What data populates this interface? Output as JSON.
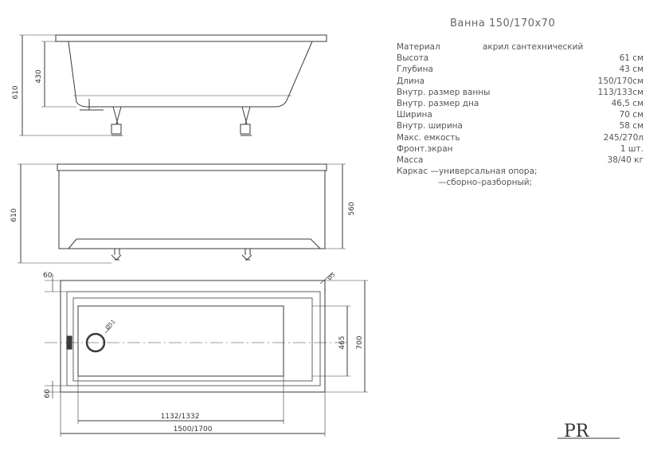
{
  "title": "Ванна   150/170х70",
  "specs": [
    {
      "label": "Материал",
      "value": "акрил сантехнический",
      "align": "mid"
    },
    {
      "label": "Высота",
      "value": "61  см"
    },
    {
      "label": "Глубина",
      "value": "43  см"
    },
    {
      "label": "Длина",
      "value": "150/170см"
    },
    {
      "label": "Внутр. размер ванны",
      "value": "113/133см"
    },
    {
      "label": "Внутр. размер дна",
      "value": "46,5 см"
    },
    {
      "label": "Ширина",
      "value": "70  см"
    },
    {
      "label": "Внутр. ширина",
      "value": "58  см"
    },
    {
      "label": "Макс. емкость",
      "value": "245/270л"
    },
    {
      "label": "Фронт.экран",
      "value": "1  шт."
    },
    {
      "label": "Масса",
      "value": "38/40 кг"
    }
  ],
  "frame": {
    "line1": "Каркас  —универсальная опора;",
    "line2": "—сборно–разборный;"
  },
  "dimensions": {
    "side_height": "610",
    "side_depth": "430",
    "front_height": "610",
    "front_inner": "560",
    "top_offset": "60",
    "bottom_offset": "60",
    "width": "700",
    "inner_width": "465",
    "inner_length": "1132/1332",
    "length": "1500/1700",
    "drain": "Ø51",
    "overflow": "Ø5"
  },
  "logo_text": "PR",
  "colors": {
    "line": "#3a3a3a",
    "text": "#555555"
  }
}
